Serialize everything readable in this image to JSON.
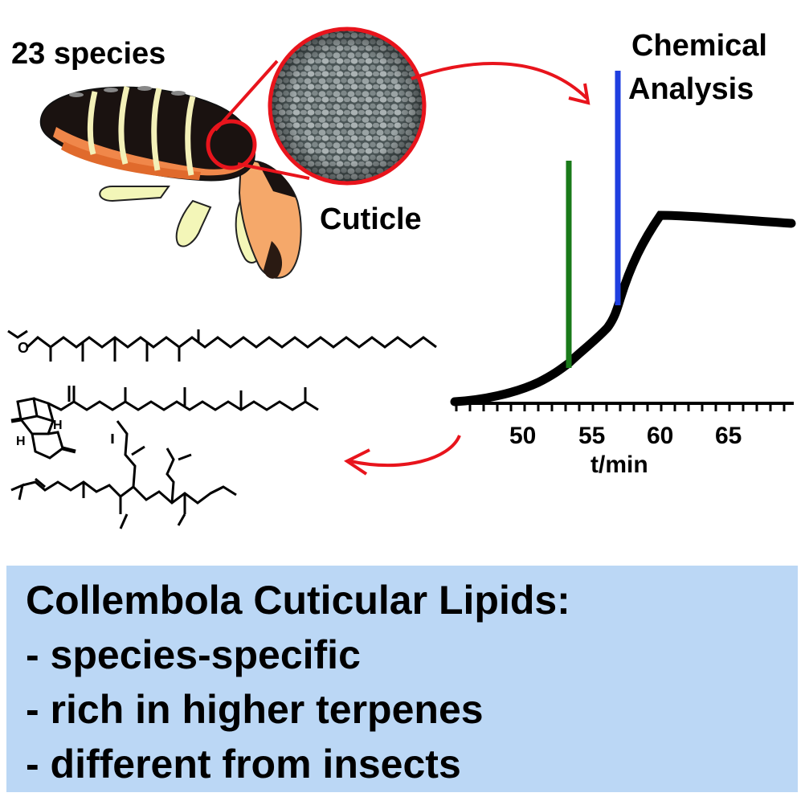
{
  "labels": {
    "species_count": "23 species",
    "chemical_line1": "Chemical",
    "chemical_line2": "Analysis",
    "cuticle": "Cuticle"
  },
  "chromatogram": {
    "x_ticks": [
      "50",
      "55",
      "60",
      "65"
    ],
    "x_label": "t/min",
    "peak_colors": {
      "green": "#1a7a1a",
      "blue": "#1f3fe0",
      "trace": "#000000"
    }
  },
  "summary": {
    "title": "Collembola Cuticular Lipids:",
    "bullets": [
      "- species-specific",
      "- rich in higher terpenes",
      "- different from insects"
    ],
    "background": "#bbd7f5"
  },
  "colors": {
    "arrow": "#e8141c",
    "accent_red": "#e8141c"
  }
}
